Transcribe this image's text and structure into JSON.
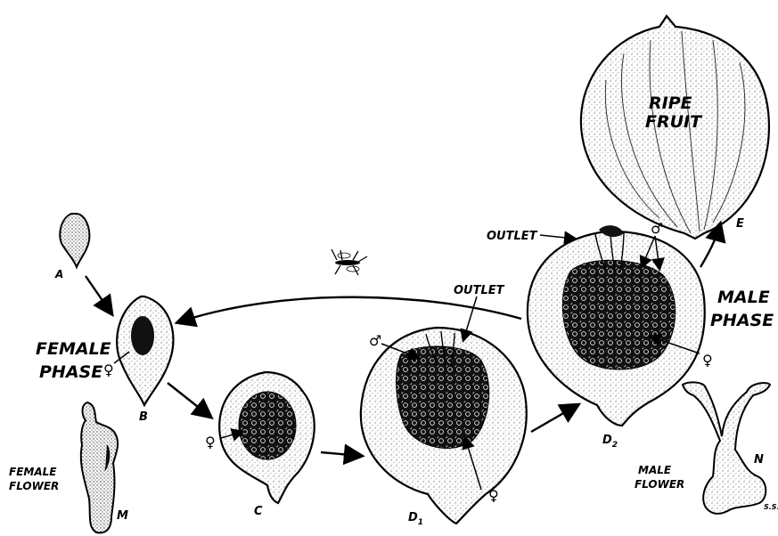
{
  "labels": {
    "stage_a": "A",
    "stage_b": "B",
    "stage_c": "C",
    "stage_d1": "D",
    "stage_d1_sub": "1",
    "stage_d2": "D",
    "stage_d2_sub": "2",
    "stage_e": "E",
    "stage_m": "M",
    "stage_n": "N",
    "ripe_fruit_line1": "RIPE",
    "ripe_fruit_line2": "FRUIT",
    "female_phase_line1": "FEMALE",
    "female_phase_line2": "PHASE",
    "male_phase_line1": "MALE",
    "male_phase_line2": "PHASE",
    "female_flower_line1": "FEMALE",
    "female_flower_line2": "FLOWER",
    "male_flower_line1": "MALE",
    "male_flower_line2": "FLOWER",
    "outlet_d1": "OUTLET",
    "outlet_d2": "OUTLET",
    "signature": "S.S."
  },
  "symbols": {
    "female": "♀",
    "male": "♂"
  },
  "colors": {
    "ink": "#000000",
    "paper": "#ffffff",
    "stipple": "#6b6b6b"
  }
}
